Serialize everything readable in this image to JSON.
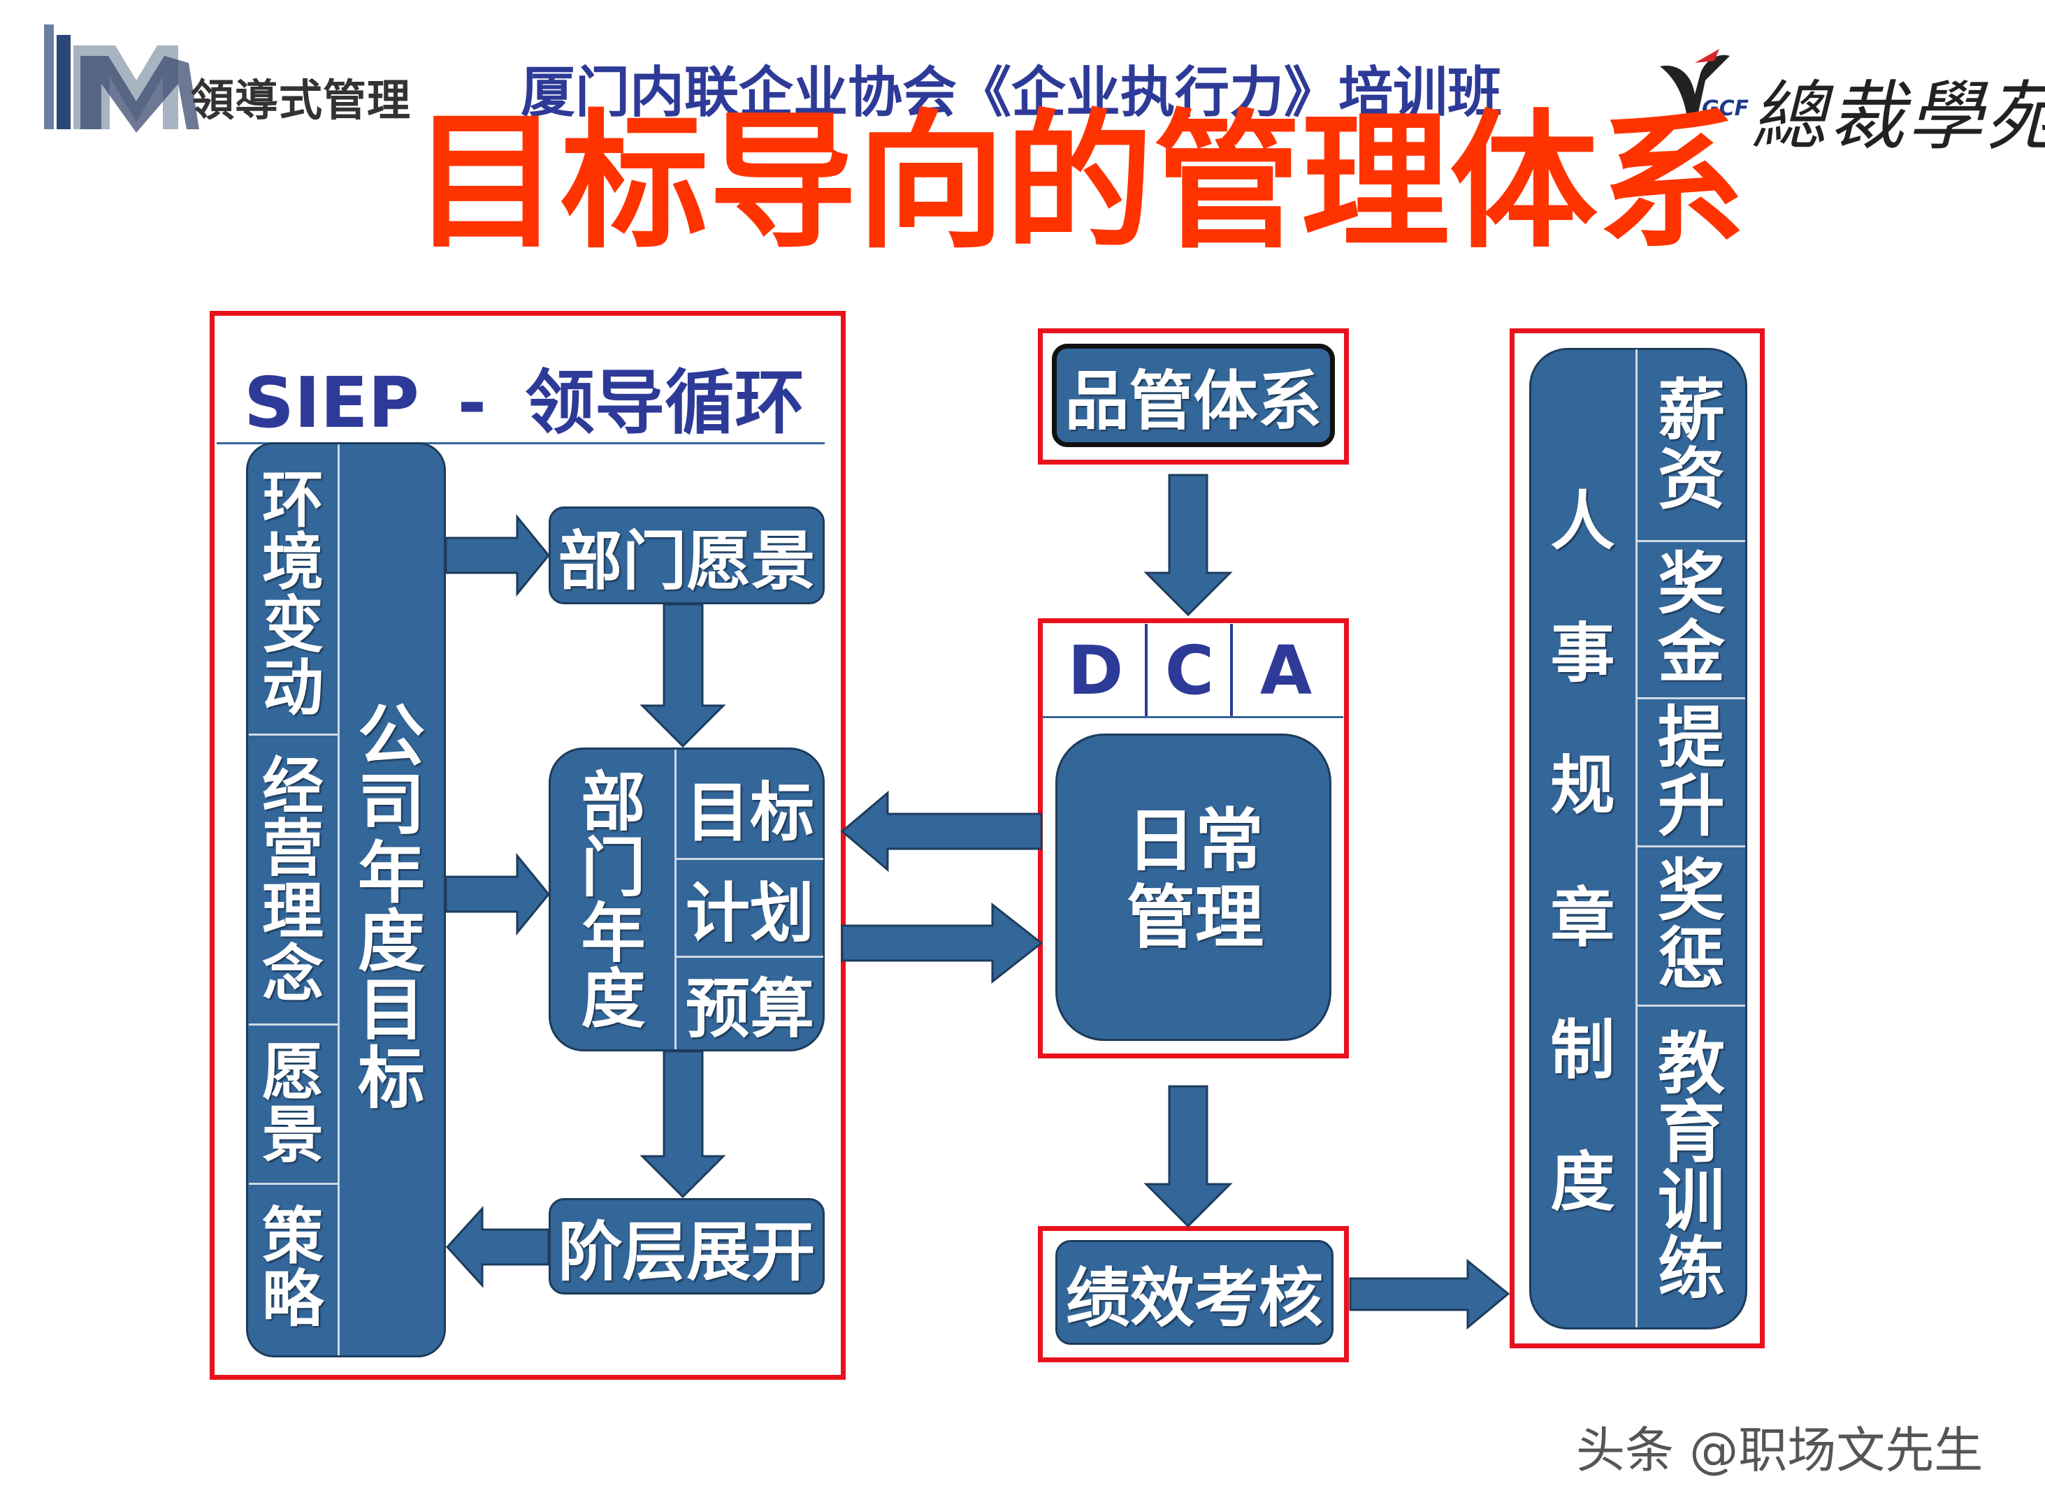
{
  "header": {
    "logo_left_text": "領導式管理",
    "subtitle": "厦门内联企业协会《企业执行力》培训班",
    "title": "目标导向的管理体系",
    "logo_right_mark": "GCF",
    "logo_right_text": "總裁學苑"
  },
  "siep": {
    "heading_en": "SIEP",
    "heading_sep": "-",
    "heading_cn": "领导循环",
    "left_column": [
      "环境变动",
      "经营理念",
      "愿景",
      "策略"
    ],
    "company_goal": "公司年度目标",
    "dept_vision": "部门愿景",
    "dept_year": "部门年度",
    "dept_items": [
      "目标",
      "计划",
      "预算"
    ],
    "hierarchy": "阶层展开"
  },
  "quality": {
    "system": "品管体系",
    "cycle_letters": [
      "D",
      "C",
      "A"
    ],
    "daily": "日常管理",
    "performance": "绩效考核"
  },
  "hr": {
    "main": "人事规章制度",
    "items": [
      "薪资",
      "奖金",
      "提升",
      "奖惩",
      "教育训练"
    ]
  },
  "footer": {
    "watermark": "头条 @职场文先生"
  },
  "colors": {
    "box_blue": "#336699",
    "frame_red": "#e8121c",
    "title_red": "#ff3300",
    "subtitle_blue": "#2e3a97"
  }
}
